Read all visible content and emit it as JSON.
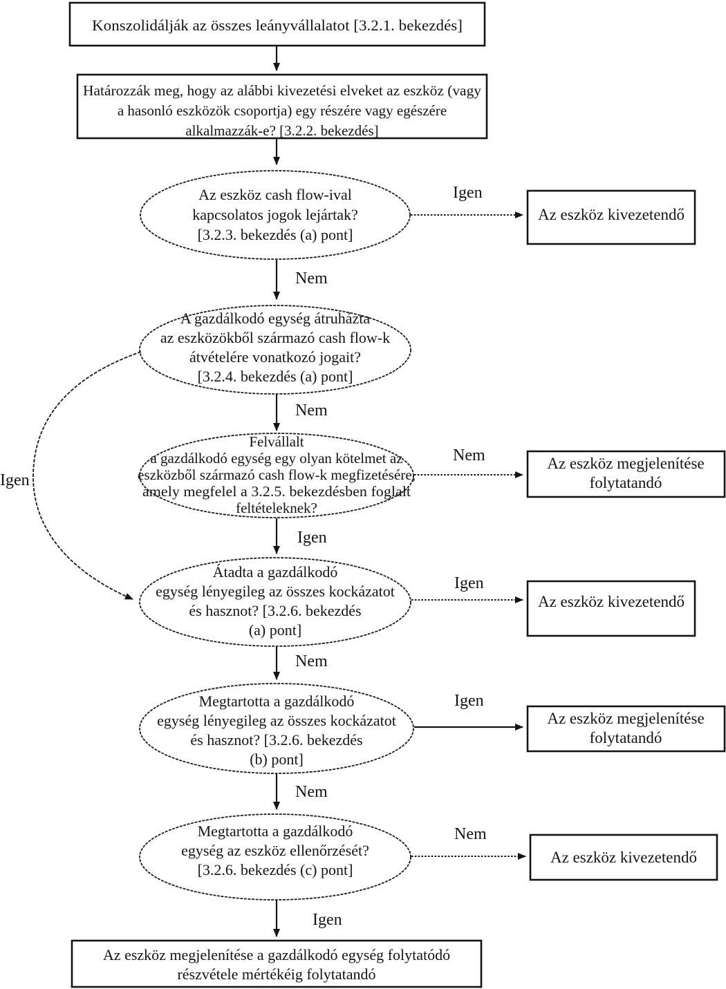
{
  "colors": {
    "ink": "#141414",
    "background": "#ffffff"
  },
  "flowchart": {
    "nodes": {
      "box_consolidate": {
        "lines": [
          "Konszolidálják az összes leányvállalatot [3.2.1. bekezdés]"
        ]
      },
      "box_determine": {
        "lines": [
          "Határozzák meg, hogy az alábbi kivezetési elveket az eszköz (vagy",
          "a hasonló eszközök csoportja) egy részére vagy egészére",
          "alkalmazzák-e? [3.2.2. bekezdés]"
        ]
      },
      "q_rights_expired": {
        "lines": [
          "Az eszköz cash flow-ival",
          "kapcsolatos jogok lejártak?",
          "[3.2.3. bekezdés (a) pont]"
        ]
      },
      "box_derecognize_1": {
        "lines": [
          "Az eszköz kivezetendő"
        ]
      },
      "q_transferred_rights": {
        "lines": [
          "A gazdálkodó egység átruházta",
          "az eszközökből származó cash flow-k",
          "átvételére vonatkozó jogait?",
          "[3.2.4. bekezdés (a) pont]"
        ]
      },
      "q_assumed_obligation": {
        "lines": [
          "Felvállalt",
          "a gazdálkodó egység egy olyan kötelmet az",
          "eszközből származó cash flow-k megfizetésére,",
          "amely megfelel a 3.2.5. bekezdésben foglalt",
          "feltételeknek?"
        ]
      },
      "box_continue_1": {
        "lines": [
          "Az eszköz megjelenítése",
          "folytatandó"
        ]
      },
      "q_transferred_risks": {
        "lines": [
          "Átadta a gazdálkodó",
          "egység lényegileg az összes kockázatot",
          "és hasznot? [3.2.6. bekezdés",
          "(a) pont]"
        ]
      },
      "box_derecognize_2": {
        "lines": [
          "Az eszköz kivezetendő"
        ]
      },
      "q_retained_risks": {
        "lines": [
          "Megtartotta a gazdálkodó",
          "egység lényegileg az összes kockázatot",
          "és hasznot? [3.2.6. bekezdés",
          "(b) pont]"
        ]
      },
      "box_continue_2": {
        "lines": [
          "Az eszköz megjelenítése",
          "folytatandó"
        ]
      },
      "q_retained_control": {
        "lines": [
          "Megtartotta a gazdálkodó",
          "egység az eszköz ellenőrzését?",
          "[3.2.6. bekezdés (c) pont]"
        ]
      },
      "box_derecognize_3": {
        "lines": [
          "Az eszköz kivezetendő"
        ]
      },
      "box_continuing_involvement": {
        "lines": [
          "Az eszköz megjelenítése a gazdálkodó egység folytatódó",
          "részvétele mértékéig folytatandó"
        ]
      }
    },
    "labels": {
      "q1_yes": "Igen",
      "q1_no": "Nem",
      "q2_no": "Nem",
      "q2_yes_left": "Igen",
      "q3_no": "Nem",
      "q3_yes": "Igen",
      "q4_yes": "Igen",
      "q4_no": "Nem",
      "q5_yes": "Igen",
      "q5_no": "Nem",
      "q6_no": "Nem",
      "q6_yes": "Igen"
    }
  }
}
